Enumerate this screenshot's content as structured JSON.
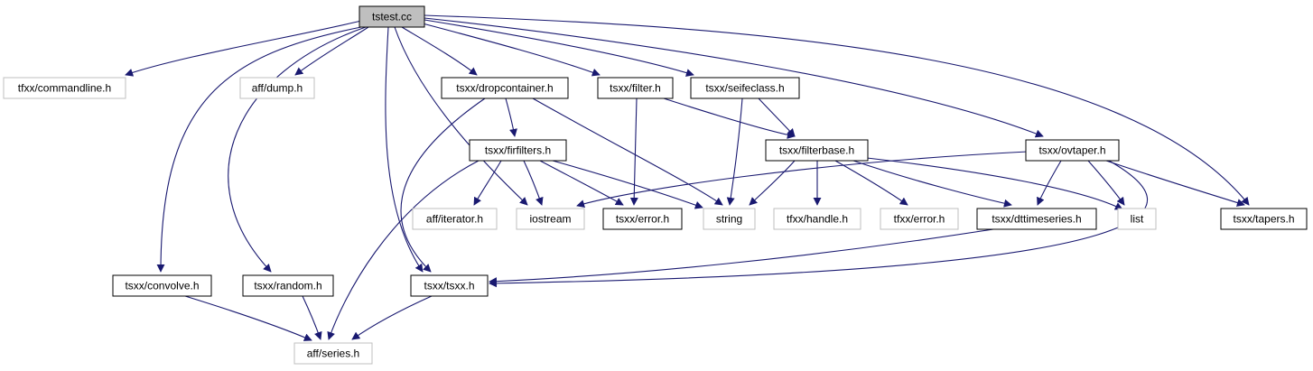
{
  "diagram": {
    "root": "tstest.cc",
    "colors": {
      "edge": "#191970",
      "node_border_defined": "#000000",
      "node_border_external": "#bfbfbf",
      "root_fill": "#bfbfbf",
      "node_fill": "#ffffff",
      "text": "#000000"
    },
    "nodes": [
      {
        "id": "tstest_cc",
        "label": "tstest.cc",
        "kind": "root"
      },
      {
        "id": "tfxx_commandline_h",
        "label": "tfxx/commandline.h",
        "kind": "external"
      },
      {
        "id": "aff_dump_h",
        "label": "aff/dump.h",
        "kind": "external"
      },
      {
        "id": "tsxx_dropcontainer_h",
        "label": "tsxx/dropcontainer.h",
        "kind": "defined"
      },
      {
        "id": "tsxx_filter_h",
        "label": "tsxx/filter.h",
        "kind": "defined"
      },
      {
        "id": "tsxx_seifeclass_h",
        "label": "tsxx/seifeclass.h",
        "kind": "defined"
      },
      {
        "id": "tsxx_firfilters_h",
        "label": "tsxx/firfilters.h",
        "kind": "defined"
      },
      {
        "id": "tsxx_filterbase_h",
        "label": "tsxx/filterbase.h",
        "kind": "defined"
      },
      {
        "id": "tsxx_ovtaper_h",
        "label": "tsxx/ovtaper.h",
        "kind": "defined"
      },
      {
        "id": "aff_iterator_h",
        "label": "aff/iterator.h",
        "kind": "external"
      },
      {
        "id": "iostream",
        "label": "iostream",
        "kind": "external"
      },
      {
        "id": "tsxx_error_h",
        "label": "tsxx/error.h",
        "kind": "defined"
      },
      {
        "id": "string",
        "label": "string",
        "kind": "external"
      },
      {
        "id": "tfxx_handle_h",
        "label": "tfxx/handle.h",
        "kind": "external"
      },
      {
        "id": "tfxx_error_h",
        "label": "tfxx/error.h",
        "kind": "external"
      },
      {
        "id": "tsxx_dttimeseries_h",
        "label": "tsxx/dttimeseries.h",
        "kind": "defined"
      },
      {
        "id": "list",
        "label": "list",
        "kind": "external"
      },
      {
        "id": "tsxx_tapers_h",
        "label": "tsxx/tapers.h",
        "kind": "defined"
      },
      {
        "id": "tsxx_convolve_h",
        "label": "tsxx/convolve.h",
        "kind": "defined"
      },
      {
        "id": "tsxx_random_h",
        "label": "tsxx/random.h",
        "kind": "defined"
      },
      {
        "id": "tsxx_tsxx_h",
        "label": "tsxx/tsxx.h",
        "kind": "defined"
      },
      {
        "id": "aff_series_h",
        "label": "aff/series.h",
        "kind": "external"
      }
    ],
    "edges": [
      [
        "tstest_cc",
        "tfxx_commandline_h"
      ],
      [
        "tstest_cc",
        "aff_dump_h"
      ],
      [
        "tstest_cc",
        "tsxx_dropcontainer_h"
      ],
      [
        "tstest_cc",
        "tsxx_filter_h"
      ],
      [
        "tstest_cc",
        "tsxx_seifeclass_h"
      ],
      [
        "tstest_cc",
        "tsxx_ovtaper_h"
      ],
      [
        "tstest_cc",
        "tsxx_tapers_h"
      ],
      [
        "tstest_cc",
        "tsxx_convolve_h"
      ],
      [
        "tstest_cc",
        "tsxx_random_h"
      ],
      [
        "tstest_cc",
        "tsxx_tsxx_h"
      ],
      [
        "tstest_cc",
        "iostream"
      ],
      [
        "tsxx_dropcontainer_h",
        "tsxx_firfilters_h"
      ],
      [
        "tsxx_dropcontainer_h",
        "string"
      ],
      [
        "tsxx_dropcontainer_h",
        "tsxx_tsxx_h"
      ],
      [
        "tsxx_filter_h",
        "tsxx_filterbase_h"
      ],
      [
        "tsxx_filter_h",
        "tsxx_error_h"
      ],
      [
        "tsxx_seifeclass_h",
        "tsxx_filterbase_h"
      ],
      [
        "tsxx_seifeclass_h",
        "string"
      ],
      [
        "tsxx_firfilters_h",
        "aff_iterator_h"
      ],
      [
        "tsxx_firfilters_h",
        "iostream"
      ],
      [
        "tsxx_firfilters_h",
        "tsxx_error_h"
      ],
      [
        "tsxx_firfilters_h",
        "string"
      ],
      [
        "tsxx_firfilters_h",
        "aff_series_h"
      ],
      [
        "tsxx_filterbase_h",
        "string"
      ],
      [
        "tsxx_filterbase_h",
        "tfxx_handle_h"
      ],
      [
        "tsxx_filterbase_h",
        "tfxx_error_h"
      ],
      [
        "tsxx_filterbase_h",
        "tsxx_dttimeseries_h"
      ],
      [
        "tsxx_filterbase_h",
        "list"
      ],
      [
        "tsxx_ovtaper_h",
        "iostream"
      ],
      [
        "tsxx_ovtaper_h",
        "tsxx_dttimeseries_h"
      ],
      [
        "tsxx_ovtaper_h",
        "list"
      ],
      [
        "tsxx_ovtaper_h",
        "tsxx_tapers_h"
      ],
      [
        "tsxx_ovtaper_h",
        "tsxx_tsxx_h"
      ],
      [
        "tsxx_dttimeseries_h",
        "tsxx_tsxx_h"
      ],
      [
        "tsxx_convolve_h",
        "aff_series_h"
      ],
      [
        "tsxx_random_h",
        "aff_series_h"
      ],
      [
        "tsxx_tsxx_h",
        "aff_series_h"
      ]
    ]
  }
}
